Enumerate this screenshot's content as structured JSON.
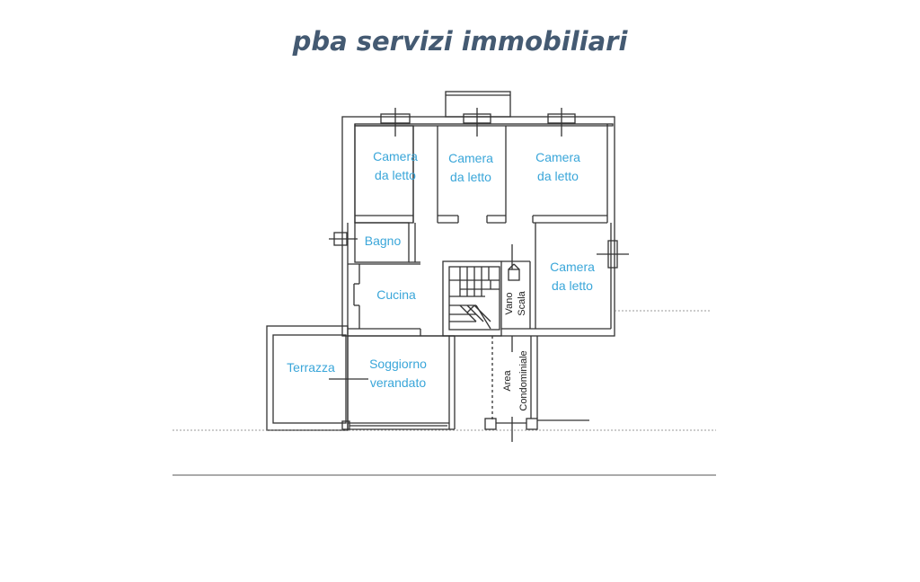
{
  "header": {
    "brand": "pba servizi immobiliari",
    "brand_color": "#445a72"
  },
  "plan": {
    "label_color": "#3aa6d9",
    "line_color": "#333333",
    "rooms": {
      "camera1": {
        "line1": "Camera",
        "line2": "da letto"
      },
      "camera2": {
        "line1": "Camera",
        "line2": "da letto"
      },
      "camera3": {
        "line1": "Camera",
        "line2": "da letto"
      },
      "camera4": {
        "line1": "Camera",
        "line2": "da letto"
      },
      "bagno": {
        "label": "Bagno"
      },
      "cucina": {
        "label": "Cucina"
      },
      "terrazza": {
        "label": "Terrazza"
      },
      "soggiorno": {
        "line1": "Soggiorno",
        "line2": "verandato"
      }
    },
    "annotations": {
      "vano": "Vano",
      "scala": "Scala",
      "area": "Area",
      "condominiale": "Condominiale"
    }
  }
}
